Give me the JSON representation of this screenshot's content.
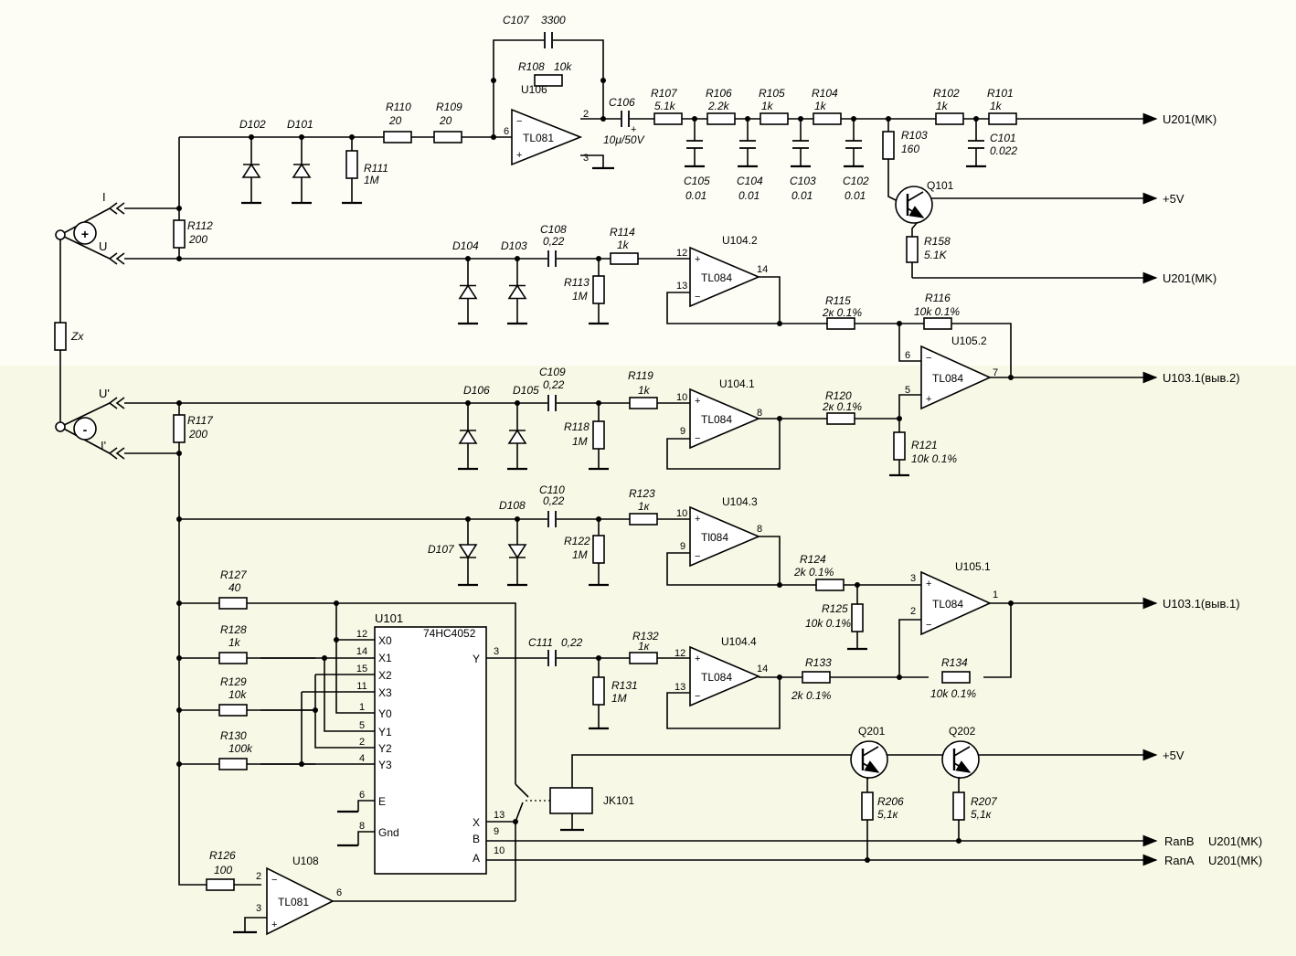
{
  "colors": {
    "background_top": "#fdfdf5",
    "background_bottom": "#f8f8e4",
    "line": "#000000"
  },
  "components": {
    "C107": {
      "ref": "C107",
      "value": "3300"
    },
    "R108": {
      "ref": "R108",
      "value": "10k"
    },
    "U106": {
      "ref": "U106",
      "part": "TL081",
      "pins": [
        "2",
        "3",
        "6"
      ]
    },
    "C106": {
      "ref": "C106",
      "value": "10μ/50V"
    },
    "R107": {
      "ref": "R107",
      "value": "5.1k"
    },
    "R106": {
      "ref": "R106",
      "value": "2.2k"
    },
    "R105": {
      "ref": "R105",
      "value": "1k"
    },
    "R104": {
      "ref": "R104",
      "value": "1k"
    },
    "R102": {
      "ref": "R102",
      "value": "1k"
    },
    "R101": {
      "ref": "R101",
      "value": "1k"
    },
    "R110": {
      "ref": "R110",
      "value": "20"
    },
    "R109": {
      "ref": "R109",
      "value": "20"
    },
    "D102": {
      "ref": "D102"
    },
    "D101": {
      "ref": "D101"
    },
    "R111": {
      "ref": "R111",
      "value": "1M"
    },
    "C105": {
      "ref": "C105",
      "value": "0.01"
    },
    "C104": {
      "ref": "C104",
      "value": "0.01"
    },
    "C103": {
      "ref": "C103",
      "value": "0.01"
    },
    "C102": {
      "ref": "C102",
      "value": "0.01"
    },
    "C101": {
      "ref": "C101",
      "value": "0.022"
    },
    "R103": {
      "ref": "R103",
      "value": "160"
    },
    "Q101": {
      "ref": "Q101"
    },
    "R158": {
      "ref": "R158",
      "value": "5.1K"
    },
    "R112": {
      "ref": "R112",
      "value": "200"
    },
    "D104": {
      "ref": "D104"
    },
    "D103": {
      "ref": "D103"
    },
    "C108": {
      "ref": "C108",
      "value": "0,22"
    },
    "R114": {
      "ref": "R114",
      "value": "1k"
    },
    "R113": {
      "ref": "R113",
      "value": "1M"
    },
    "U104_2": {
      "ref": "U104.2",
      "part": "TL084",
      "pins": [
        "12",
        "13",
        "14"
      ]
    },
    "R115": {
      "ref": "R115",
      "value": "2к 0.1%"
    },
    "R116": {
      "ref": "R116",
      "value": "10k 0.1%"
    },
    "U105_2": {
      "ref": "U105.2",
      "part": "TL084",
      "pins": [
        "6",
        "5",
        "7"
      ]
    },
    "Zx": {
      "ref": "Zx"
    },
    "R117": {
      "ref": "R117",
      "value": "200"
    },
    "D106": {
      "ref": "D106"
    },
    "D105": {
      "ref": "D105"
    },
    "C109": {
      "ref": "C109",
      "value": "0,22"
    },
    "R119": {
      "ref": "R119",
      "value": "1k"
    },
    "R118": {
      "ref": "R118",
      "value": "1M"
    },
    "U104_1": {
      "ref": "U104.1",
      "part": "TL084",
      "pins": [
        "10",
        "9",
        "8"
      ]
    },
    "R120": {
      "ref": "R120",
      "value": "2к 0.1%"
    },
    "R121": {
      "ref": "R121",
      "value": "10k 0.1%"
    },
    "D108": {
      "ref": "D108"
    },
    "D107": {
      "ref": "D107"
    },
    "C110": {
      "ref": "C110",
      "value": "0,22"
    },
    "R123": {
      "ref": "R123",
      "value": "1к"
    },
    "R122": {
      "ref": "R122",
      "value": "1M"
    },
    "U104_3": {
      "ref": "U104.3",
      "part": "Tl084",
      "pins": [
        "10",
        "9",
        "8"
      ]
    },
    "R124": {
      "ref": "R124",
      "value": "2k 0.1%"
    },
    "R125": {
      "ref": "R125",
      "value": "10k 0.1%"
    },
    "U105_1": {
      "ref": "U105.1",
      "part": "TL084",
      "pins": [
        "3",
        "2",
        "1"
      ]
    },
    "R127": {
      "ref": "R127",
      "value": "40"
    },
    "R128": {
      "ref": "R128",
      "value": "1k"
    },
    "R129": {
      "ref": "R129",
      "value": "10k"
    },
    "R130": {
      "ref": "R130",
      "value": "100k"
    },
    "U101": {
      "ref": "U101",
      "part": "74HC4052",
      "left_pins": [
        {
          "num": "12",
          "name": "X0"
        },
        {
          "num": "14",
          "name": "X1"
        },
        {
          "num": "15",
          "name": "X2"
        },
        {
          "num": "11",
          "name": "X3"
        },
        {
          "num": "1",
          "name": "Y0"
        },
        {
          "num": "5",
          "name": "Y1"
        },
        {
          "num": "2",
          "name": "Y2"
        },
        {
          "num": "4",
          "name": "Y3"
        },
        {
          "num": "6",
          "name": "E"
        },
        {
          "num": "8",
          "name": "Gnd"
        }
      ],
      "right_pins": [
        {
          "num": "3",
          "name": "Y"
        },
        {
          "num": "13",
          "name": "X"
        },
        {
          "num": "9",
          "name": "B"
        },
        {
          "num": "10",
          "name": "A"
        }
      ]
    },
    "C111": {
      "ref": "C111",
      "value": "0,22"
    },
    "R132": {
      "ref": "R132",
      "value": "1к"
    },
    "R131": {
      "ref": "R131",
      "value": "1M"
    },
    "U104_4": {
      "ref": "U104.4",
      "part": "TL084",
      "pins": [
        "12",
        "13",
        "14"
      ]
    },
    "R133": {
      "ref": "R133",
      "value": "2k 0.1%"
    },
    "R134": {
      "ref": "R134",
      "value": "10k 0.1%"
    },
    "Q201": {
      "ref": "Q201"
    },
    "Q202": {
      "ref": "Q202"
    },
    "R206": {
      "ref": "R206",
      "value": "5,1к"
    },
    "R207": {
      "ref": "R207",
      "value": "5,1к"
    },
    "JK101": {
      "ref": "JK101"
    },
    "R126": {
      "ref": "R126",
      "value": "100"
    },
    "U108": {
      "ref": "U108",
      "part": "TL081",
      "pins": [
        "2",
        "3",
        "6"
      ]
    }
  },
  "terminals": {
    "I": "I",
    "U": "U",
    "U_prime": "U'",
    "I_prime": "I'",
    "plus": "+",
    "minus": "-"
  },
  "nets": {
    "out1": "U201(MK)",
    "out2": "+5V",
    "out3": "U201(MK)",
    "out4": "U103.1(выв.2)",
    "out5": "U103.1(выв.1)",
    "out6": "+5V",
    "out7_a": "RanB",
    "out7_b": "U201(MK)",
    "out8_a": "RanA",
    "out8_b": "U201(MK)"
  }
}
